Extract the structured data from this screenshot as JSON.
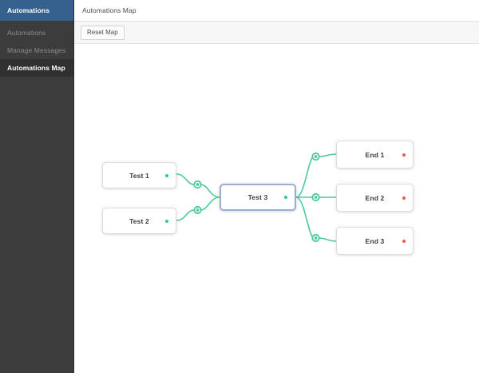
{
  "sidebar": {
    "brand": "Automations",
    "items": [
      {
        "label": "Automations",
        "active": false
      },
      {
        "label": "Manage Messages",
        "active": false
      },
      {
        "label": "Automations Map",
        "active": true
      }
    ]
  },
  "header": {
    "title": "Automations Map"
  },
  "toolbar": {
    "reset_label": "Reset Map"
  },
  "map": {
    "nodes": [
      {
        "id": "test1",
        "label": "Test 1",
        "port": "out",
        "selected": false
      },
      {
        "id": "test2",
        "label": "Test 2",
        "port": "out",
        "selected": false
      },
      {
        "id": "test3",
        "label": "Test 3",
        "port": "out",
        "selected": true
      },
      {
        "id": "end1",
        "label": "End 1",
        "port": "end",
        "selected": false
      },
      {
        "id": "end2",
        "label": "End 2",
        "port": "end",
        "selected": false
      },
      {
        "id": "end3",
        "label": "End 3",
        "port": "end",
        "selected": false
      }
    ],
    "colors": {
      "link": "#4ec99b",
      "out_port": "#2ecc8f",
      "end_port": "#f0554a",
      "selected_border": "#9aaecd",
      "brand_blue": "#36618f",
      "sidebar_dark": "#3c3c3c"
    }
  }
}
